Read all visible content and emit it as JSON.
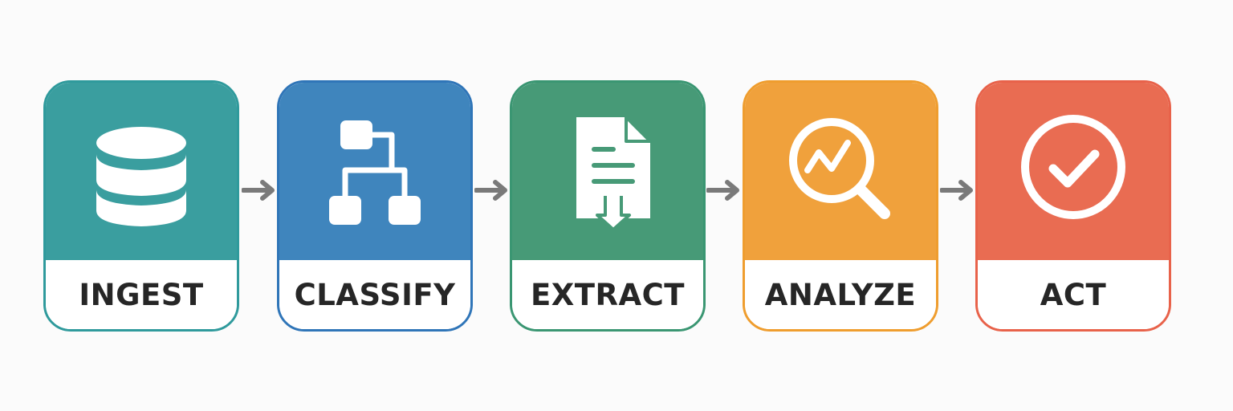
{
  "diagram": {
    "steps": [
      {
        "label": "INGEST",
        "icon": "database-icon",
        "color": "#3a9e9f",
        "border": "#2f9a9c"
      },
      {
        "label": "CLASSIFY",
        "icon": "hierarchy-icon",
        "color": "#3f85bd",
        "border": "#2f75b8"
      },
      {
        "label": "EXTRACT",
        "icon": "document-extract-icon",
        "color": "#479a77",
        "border": "#3a9672"
      },
      {
        "label": "ANALYZE",
        "icon": "magnifier-chart-icon",
        "color": "#f0a13c",
        "border": "#ef9d2e"
      },
      {
        "label": "ACT",
        "icon": "check-circle-icon",
        "color": "#e96c52",
        "border": "#e8624a"
      }
    ],
    "arrow_color": "#7a7a7a"
  }
}
